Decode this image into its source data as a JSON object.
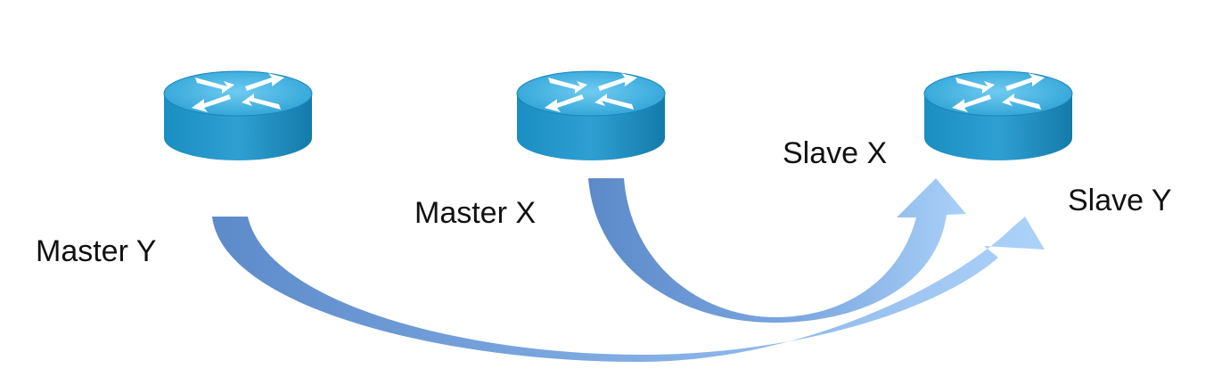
{
  "nodes": [
    {
      "id": "master-y",
      "label": "Master Y",
      "icon": "router-icon"
    },
    {
      "id": "master-x",
      "label": "Master X",
      "icon": "router-icon"
    },
    {
      "id": "slave",
      "label": "",
      "icon": "router-icon"
    }
  ],
  "edge_labels": {
    "master_y": "Master Y",
    "master_x": "Master X",
    "slave_x": "Slave X",
    "slave_y": "Slave Y"
  },
  "edges": [
    {
      "from": "master-x",
      "to": "slave",
      "label": "Slave X"
    },
    {
      "from": "master-y",
      "to": "slave",
      "label": "Slave Y"
    }
  ],
  "colors": {
    "router_top": "#3aaee0",
    "router_side": "#1583b6",
    "router_arrows": "#ffffff",
    "arrow_dark": "#5a88c8",
    "arrow_light": "#a6cdf7"
  }
}
